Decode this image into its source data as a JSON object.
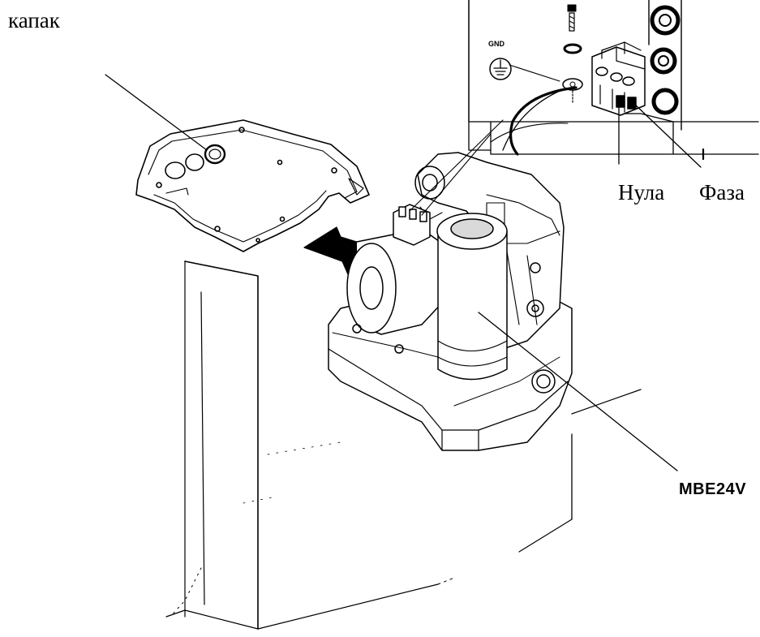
{
  "labels": {
    "cover": "капак",
    "neutral": "Нула",
    "phase": "Фаза",
    "motor": "MBE24V",
    "gnd": "GND"
  },
  "colors": {
    "ink": "#000000",
    "background": "#ffffff",
    "shade": "#d9d9d9"
  },
  "icons": {
    "ground": "ground-symbol-icon",
    "arrow": "arrow-pointer-icon"
  }
}
